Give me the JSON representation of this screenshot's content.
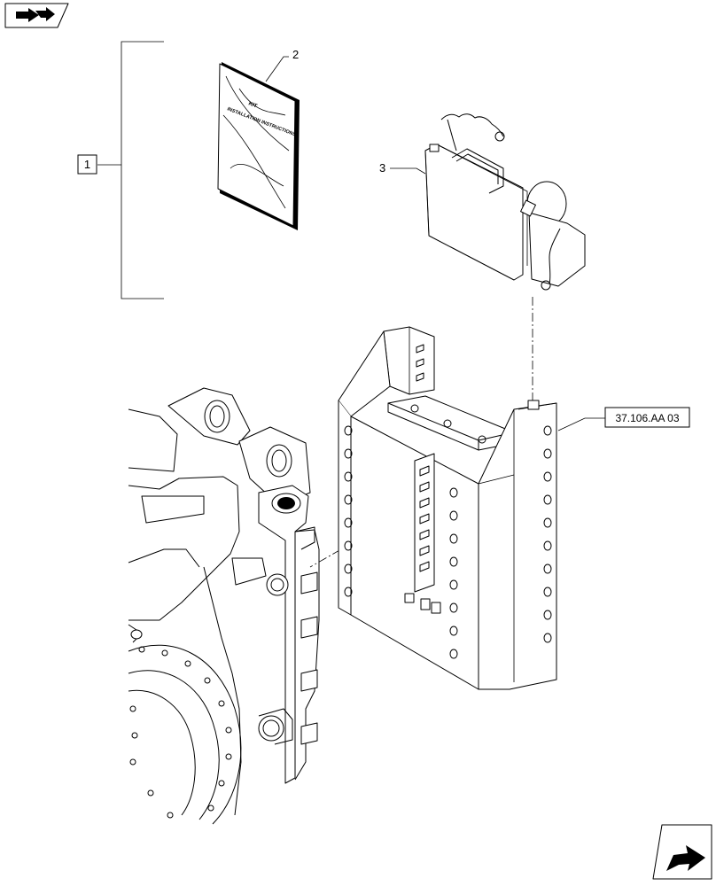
{
  "nav": {
    "prev_icon": "back-arrow-icon",
    "next_icon": "forward-arrow-icon"
  },
  "callouts": {
    "item_1": "1",
    "item_2": "2",
    "item_3": "3",
    "ref_link": "37.106.AA 03"
  },
  "booklet": {
    "cover_line1": "KIT",
    "cover_line2": "INSTALLATION INSTRUCTIONS"
  },
  "colors": {
    "line": "#000000",
    "background": "#ffffff"
  }
}
